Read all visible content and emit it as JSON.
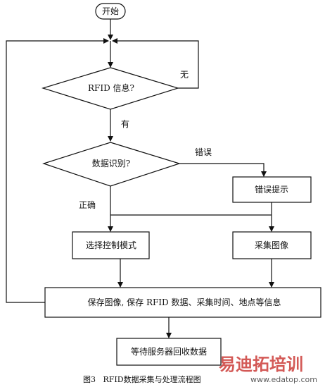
{
  "nodes": {
    "start": "开始",
    "rfid_decision": "RFID 信息?",
    "data_decision": "数据识别?",
    "error_prompt": "错误提示",
    "select_mode": "选择控制模式",
    "capture_image": "采集图像",
    "save_info": "保存图像, 保存 RFID 数据、采集时间、地点等信息",
    "wait_server": "等待服务器回收数据"
  },
  "edges": {
    "no": "无",
    "yes": "有",
    "error": "错误",
    "correct": "正确"
  },
  "caption": "图3   RFID数据采集与处理流程图",
  "watermark": {
    "brand": "易迪拓培训",
    "url": "www.edatop.com",
    "colors": {
      "brand_left": "#c9302c",
      "brand_right": "#2f7fc1"
    }
  }
}
